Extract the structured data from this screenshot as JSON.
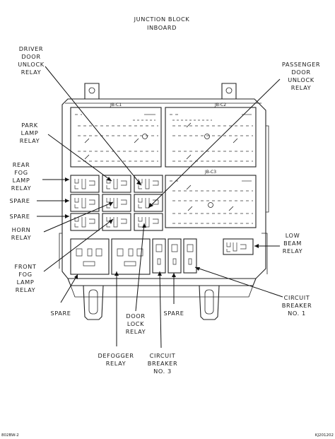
{
  "title": [
    "JUNCTION BLOCK",
    "INBOARD"
  ],
  "connectors": {
    "c1": "JB-C1",
    "c2": "JB-C2",
    "c3": "JB-C3"
  },
  "labels": {
    "driver_door_unlock_relay": [
      "DRIVER",
      "DOOR",
      "UNLOCK",
      "RELAY"
    ],
    "passenger_door_unlock_relay": [
      "PASSENGER",
      "DOOR",
      "UNLOCK",
      "RELAY"
    ],
    "park_lamp_relay": [
      "PARK",
      "LAMP",
      "RELAY"
    ],
    "rear_fog_lamp_relay": [
      "REAR",
      "FOG",
      "LAMP",
      "RELAY"
    ],
    "spare_1": [
      "SPARE"
    ],
    "spare_2": [
      "SPARE"
    ],
    "horn_relay": [
      "HORN",
      "RELAY"
    ],
    "low_beam_relay": [
      "LOW",
      "BEAM",
      "RELAY"
    ],
    "front_fog_lamp_relay": [
      "FRONT",
      "FOG",
      "LAMP",
      "RELAY"
    ],
    "circuit_breaker_1": [
      "CIRCUIT",
      "BREAKER",
      "NO. 1"
    ],
    "spare_bottom_left": [
      "SPARE"
    ],
    "door_lock_relay": [
      "DOOR",
      "LOCK",
      "RELAY"
    ],
    "spare_bottom_mid": [
      "SPARE"
    ],
    "defogger_relay": [
      "DEFOGGER",
      "RELAY"
    ],
    "circuit_breaker_3": [
      "CIRCUIT",
      "BREAKER",
      "NO. 3"
    ]
  },
  "footer": {
    "left": "802BW-2",
    "right": "KJ201202"
  }
}
